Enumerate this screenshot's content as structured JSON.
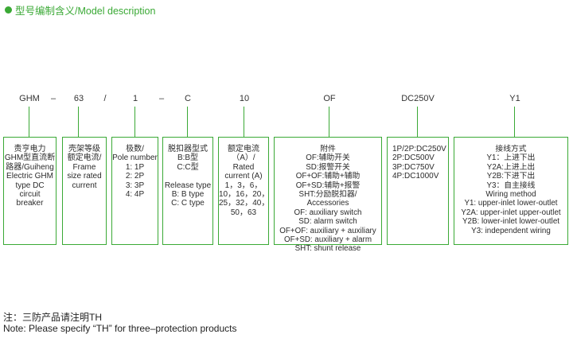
{
  "header": {
    "title": "型号编制含义/Model description",
    "accent_color": "#3aa935"
  },
  "code": {
    "parts": [
      "GHM",
      "–",
      "63",
      "/",
      "1",
      "–",
      "C",
      "10",
      "OF",
      "DC250V",
      "Y1"
    ]
  },
  "boxes": [
    {
      "lines": [
        "责亨电力",
        "GHM型直流断",
        "路器/Guiheng",
        "Electric GHM",
        "type DC",
        "circuit",
        "breaker"
      ]
    },
    {
      "lines": [
        "壳架等级",
        "额定电流/",
        "Frame",
        "size rated",
        "current"
      ]
    },
    {
      "lines": [
        "极数/",
        "Pole number",
        "1: 1P",
        "2: 2P",
        "3: 3P",
        "4: 4P"
      ]
    },
    {
      "lines": [
        "脱扣器型式",
        "B:B型",
        "C:C型",
        "",
        "Release type",
        "B: B type",
        "C: C type"
      ]
    },
    {
      "lines": [
        "额定电流",
        "（A）/",
        "Rated",
        "current (A)",
        "1，3，6，",
        "10，16，20，",
        "25，32，40，",
        "50，63"
      ]
    },
    {
      "lines": [
        "附件",
        "OF:辅助开关",
        "SD:报警开关",
        "OF+OF:辅助+辅助",
        "OF+SD:辅助+报警",
        "SHT:分励脱扣器/",
        "Accessories",
        "OF: auxiliary switch",
        "SD: alarm switch",
        "OF+OF: auxiliary + auxiliary",
        "OF+SD: auxiliary + alarm",
        "SHT: shunt release"
      ]
    },
    {
      "lines": [
        "1P/2P:DC250V",
        "2P:DC500V",
        "3P:DC750V",
        "4P:DC1000V"
      ]
    },
    {
      "lines": [
        "接线方式",
        "Y1：上进下出",
        "Y2A:上进上出",
        "Y2B:下进下出",
        "Y3：自主接线",
        "Wiring method",
        "Y1: upper-inlet lower-outlet",
        "Y2A: upper-inlet upper-outlet",
        "Y2B: lower-inlet lower-outlet",
        "Y3: independent wiring"
      ]
    }
  ],
  "note": {
    "line1": "注：三防产品请注明TH",
    "line2": "Note: Please specify “TH” for three–protection products"
  }
}
